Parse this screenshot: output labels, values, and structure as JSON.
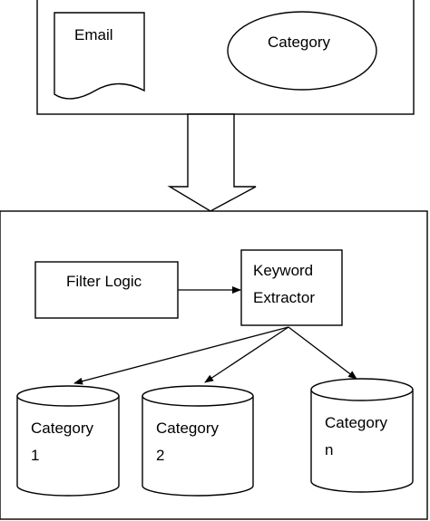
{
  "top_panel": {
    "document_label": "Email",
    "ellipse_label": "Category"
  },
  "bottom_panel": {
    "filter_label": "Filter Logic",
    "keyword_line1": "Keyword",
    "keyword_line2": "Extractor",
    "categories": [
      {
        "line1": "Category",
        "line2": "1"
      },
      {
        "line1": "Category",
        "line2": "2"
      },
      {
        "line1": "Category",
        "line2": "n"
      }
    ]
  }
}
